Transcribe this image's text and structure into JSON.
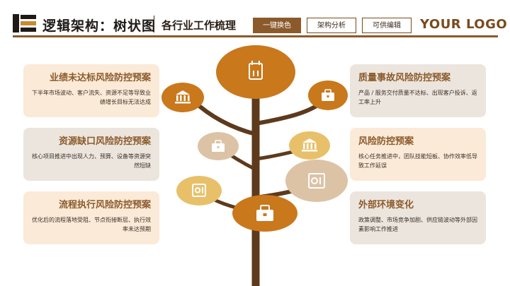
{
  "header": {
    "title": "逻辑架构：树状图",
    "subtitle": "各行业工作梳理",
    "buttons": [
      "一键换色",
      "架构分析",
      "可供编辑"
    ],
    "brand": "YOUR LOGO"
  },
  "cards": {
    "left": [
      {
        "title": "业绩未达标风险防控预案",
        "desc": "下半年市场波动、客户流失、资源不足等导致业绩增长目标无法达成"
      },
      {
        "title": "资源缺口风险防控预案",
        "desc": "核心项目推进中出现人力、预算、设备等资源突然短缺"
      },
      {
        "title": "流程执行风险防控预案",
        "desc": "优化后的流程落地受阻、节点衔接断层、执行效率未达预期"
      }
    ],
    "right": [
      {
        "title": "质量事故风险防控预案",
        "desc": "产品 / 服务交付质量不达标、出现客户投诉、返工率上升"
      },
      {
        "title": "风险防控预案",
        "desc": "核心任务推进中，团队技能短板、协作效率低导致工作延误"
      },
      {
        "title": "外部环境变化",
        "desc": "政策调整、市场竞争加剧、供应链波动等外部因素影响工作推进"
      }
    ]
  },
  "icons": {
    "top": "calendar-icon",
    "l1": "bank-icon",
    "r1": "briefcase-icon",
    "l2": "briefcase-icon",
    "r2": "bank-icon",
    "r3": "safe-icon",
    "l3": "safe-icon",
    "bottom": "briefcase-icon"
  },
  "colors": {
    "trunk": "#5e3a1c",
    "accent": "#c98a34",
    "dark_orange": "#c9781c",
    "tan": "#dcc3a5",
    "gold": "#e8c06a",
    "card_light": "#fbead7",
    "card_gray": "#ece5dd"
  }
}
